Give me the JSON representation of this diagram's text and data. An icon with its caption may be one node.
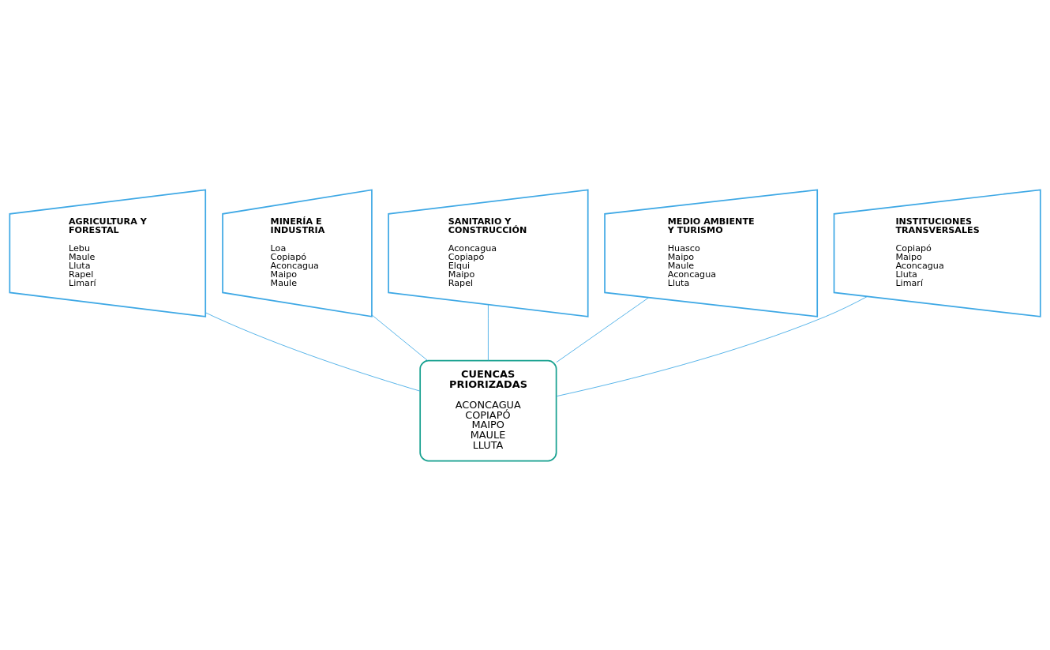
{
  "diagram": {
    "nodes": [
      {
        "text": [
          "AGRICULTURA Y FORESTAL",
          "Lebu",
          "Maule",
          "Lluta",
          "Rapel",
          "Limarí"
        ]
      },
      {
        "text": [
          "MINERÍA E INDUSTRIA",
          "Loa",
          "Copiapó",
          "Aconcagua",
          "Maipo",
          "Maule"
        ]
      },
      {
        "text": [
          "SANITARIO Y CONSTRUCCIÓN",
          "Aconcagua",
          "Copiapó",
          "Elqui",
          "Maipo",
          "Rapel"
        ]
      },
      {
        "text": [
          "MEDIO AMBIENTE Y TURISMO",
          "Huasco",
          "Maipo",
          "Maule",
          "Aconcagua",
          "Lluta"
        ]
      },
      {
        "text": [
          "INSTITUCIONES TRANSVERSALES",
          "Copiapó",
          "Maipo",
          "Aconcagua",
          "Lluta",
          "Limarí"
        ]
      },
      {
        "text": [
          "CUENCAS PRIORIZADAS",
          "ACONCAGUA",
          "COPIAPÓ",
          "MAIPO",
          "MAULE",
          "LLUTA"
        ]
      }
    ],
    "edges": [
      {
        "from": 0,
        "to": 5,
        "arrow": "none"
      },
      {
        "from": 1,
        "to": 5,
        "arrow": "none"
      },
      {
        "from": 2,
        "to": 5,
        "arrow": "none"
      },
      {
        "from": 3,
        "to": 5,
        "arrow": "none"
      },
      {
        "from": 4,
        "to": 5,
        "arrow": "none"
      }
    ]
  }
}
